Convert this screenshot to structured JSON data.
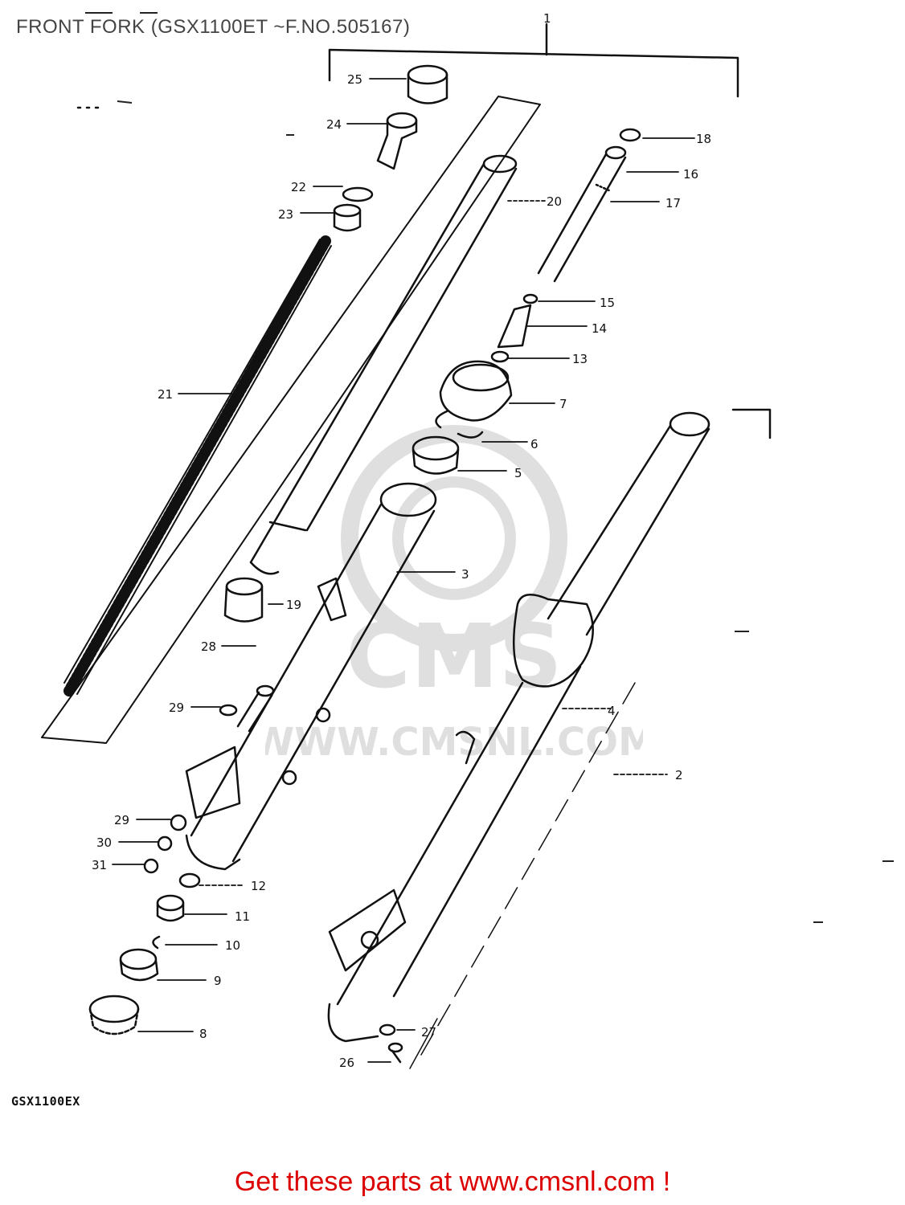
{
  "title": "FRONT FORK (GSX1100ET ~F.NO.505167)",
  "model_code": "GSX1100EX",
  "footer": {
    "text": "Get these parts at www.cmsnl.com !",
    "color": "#dd0000"
  },
  "watermark": {
    "brand": "CMS",
    "url": "WWW.CMSNL.COM"
  },
  "callouts": [
    "1",
    "2",
    "3",
    "4",
    "5",
    "6",
    "7",
    "8",
    "9",
    "10",
    "11",
    "12",
    "13",
    "14",
    "15",
    "16",
    "17",
    "18",
    "19",
    "20",
    "21",
    "22",
    "23",
    "24",
    "25",
    "26",
    "27",
    "28",
    "29",
    "29",
    "30",
    "31"
  ]
}
